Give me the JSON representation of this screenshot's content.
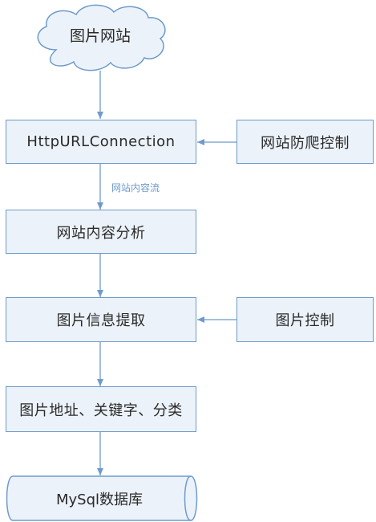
{
  "diagram": {
    "colors": {
      "stroke": "#6e9bcb",
      "fill": "#ecf2f9",
      "arrow": "#6e9bcb",
      "text": "#2a2a2a",
      "edge_label": "#6e9bcb"
    },
    "nodes": {
      "start": "图片网站",
      "http": "HttpURLConnection",
      "anti_crawl": "网站防爬控制",
      "analysis": "网站内容分析",
      "extract": "图片信息提取",
      "image_control": "图片控制",
      "output": "图片地址、关键字、分类",
      "database": "MySql数据库"
    },
    "edges": {
      "content_flow_label": "网站内容流"
    }
  }
}
